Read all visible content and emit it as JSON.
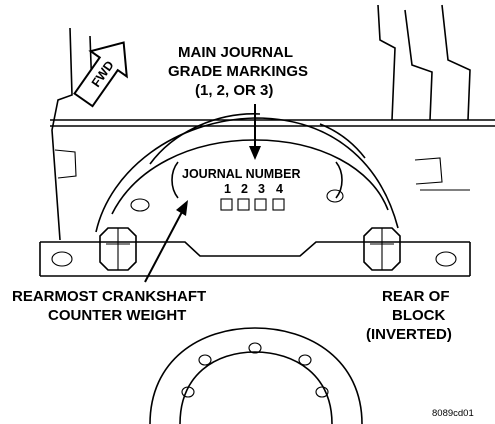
{
  "labels": {
    "main_journal": [
      "MAIN JOURNAL",
      "GRADE MARKINGS",
      "(1, 2, OR 3)"
    ],
    "journal_number": "JOURNAL NUMBER",
    "journal_digits": [
      "1",
      "2",
      "3",
      "4"
    ],
    "counter_weight": [
      "REARMOST CRANKSHAFT",
      "COUNTER WEIGHT"
    ],
    "rear_of_block": [
      "REAR OF",
      "BLOCK",
      "(INVERTED)"
    ],
    "fwd": "FWD",
    "figure_id": "8089cd01"
  }
}
